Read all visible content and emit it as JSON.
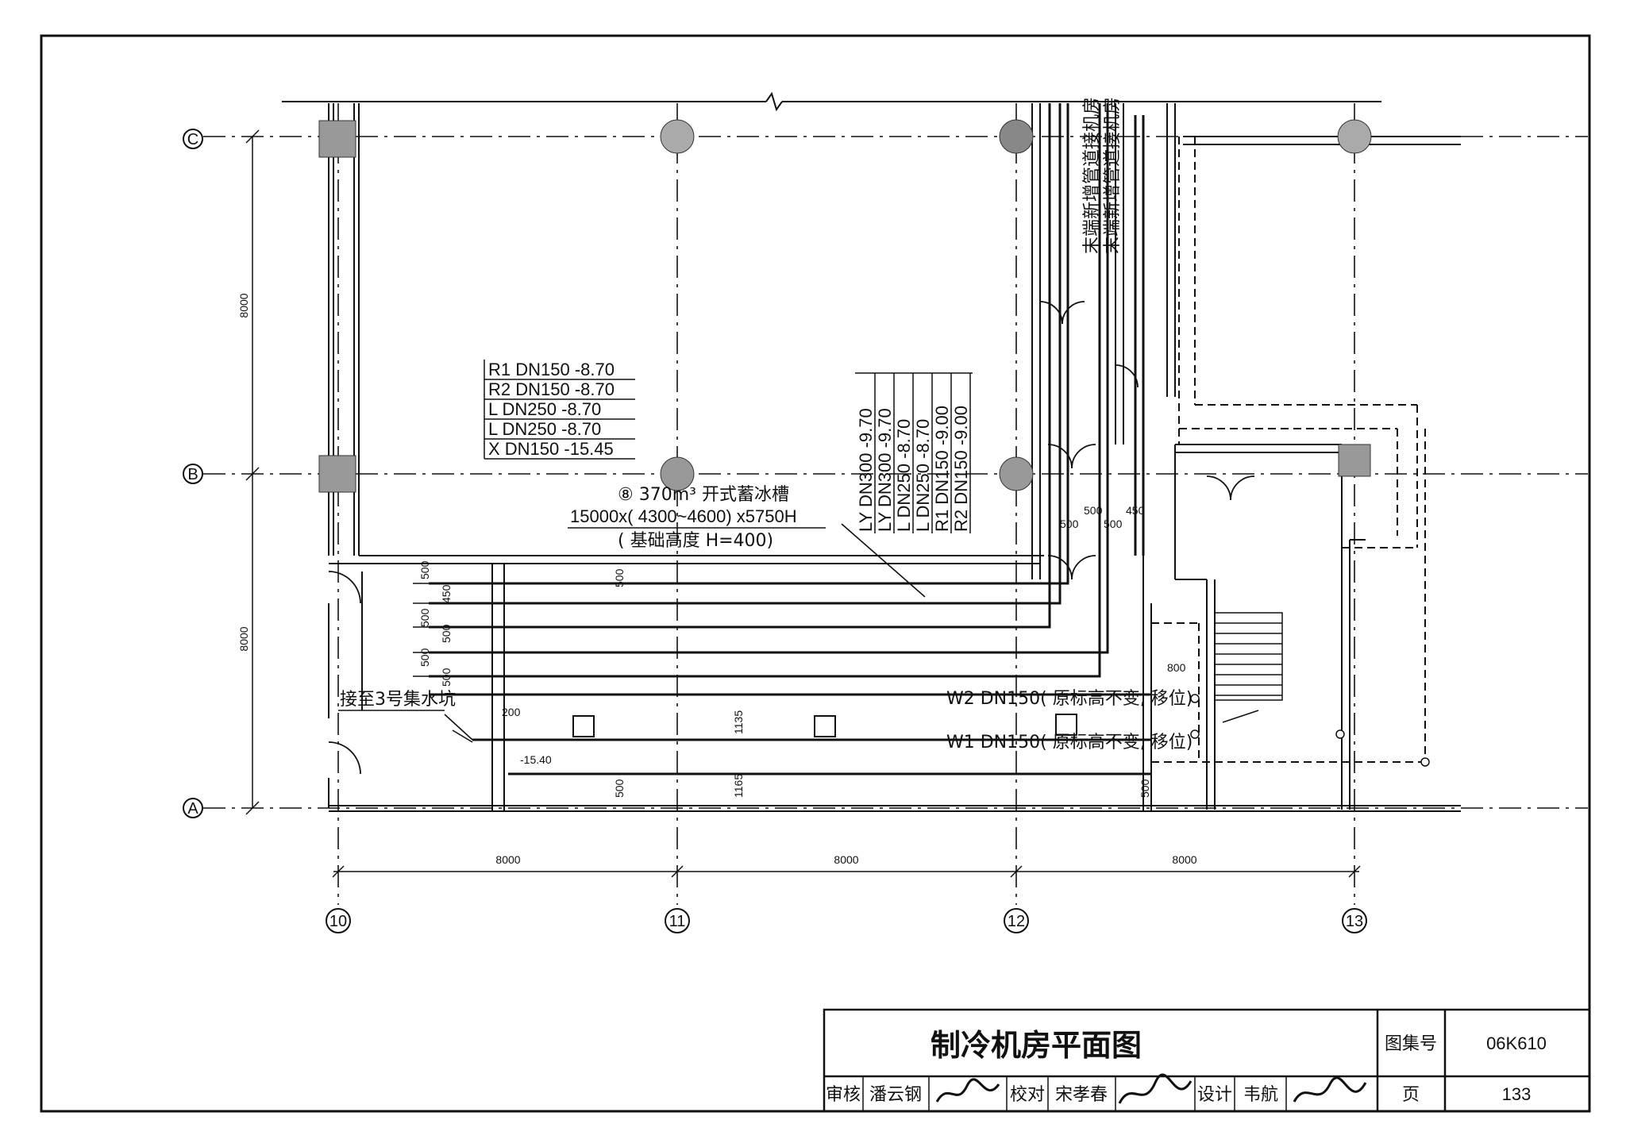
{
  "axes": {
    "C": "C",
    "B": "B",
    "A": "A",
    "n10": "10",
    "n11": "11",
    "n12": "12",
    "n13": "13"
  },
  "dims": {
    "v_upper": "8000",
    "v_lower": "8000",
    "h_1": "8000",
    "h_2": "8000",
    "h_3": "8000",
    "d500": "500",
    "d450": "450",
    "d200": "200",
    "d800": "800",
    "d1135": "1135",
    "d1165": "1165",
    "elev_1540": "-15.40"
  },
  "pipe_list_left": [
    "R1  DN150  -8.70",
    "R2  DN150  -8.70",
    "L  DN250  -8.70",
    "L  DN250  -8.70",
    "X  DN150  -15.45"
  ],
  "pipe_list_right": [
    "LY DN300  -9.70",
    "LY DN300  -9.70",
    "L  DN250  -8.70",
    "L  DN250  -8.70",
    "R1 DN150  -9.00",
    "R2 DN150  -9.00"
  ],
  "tank": {
    "line1": "⑧ 370m³ 开式蓄冰槽",
    "line2": "15000x( 4300~4600) x5750H",
    "line3": "( 基础高度  H=400)"
  },
  "vertical_notes": [
    "末端新增管道接机房",
    "末端新增管道接机房"
  ],
  "drain_note": "接至3号集水坑",
  "w2_note": "W2  DN150( 原标高不变, 移位)",
  "w1_note": "W1  DN150( 原标高不变, 移位)",
  "title_block": {
    "title": "制冷机房平面图",
    "atlas_label": "图集号",
    "atlas_value": "06K610",
    "review_label": "审核",
    "review_name": "潘云钢",
    "check_label": "校对",
    "check_name": "宋孝春",
    "design_label": "设计",
    "design_name": "韦航",
    "page_label": "页",
    "page_value": "133"
  }
}
